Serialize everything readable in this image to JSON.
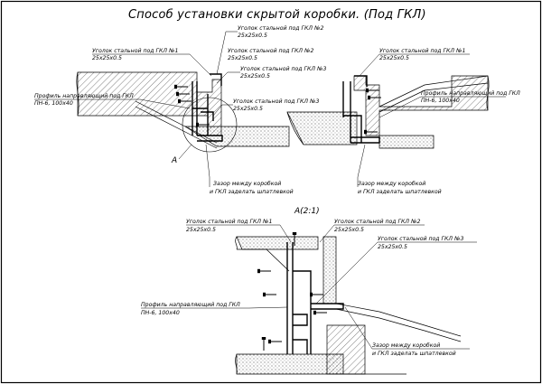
{
  "title": "Способ установки скрытой коробки. (Под ГКЛ)",
  "detail_mark": "А",
  "detail_title": "А(2:1)",
  "labels": {
    "angle1": "Уголок стальной под ГКЛ №1",
    "angle2": "Уголок стальной под ГКЛ №2",
    "angle3": "Уголок стальной под ГКЛ №3",
    "size": "25х25х0.5",
    "profile": "Профиль направляющий под ГКЛ",
    "profile_size": "ПН-6, 100х40",
    "gap1": "Зазор между коробкой",
    "gap2": "и ГКЛ заделать шпатлевкой"
  }
}
